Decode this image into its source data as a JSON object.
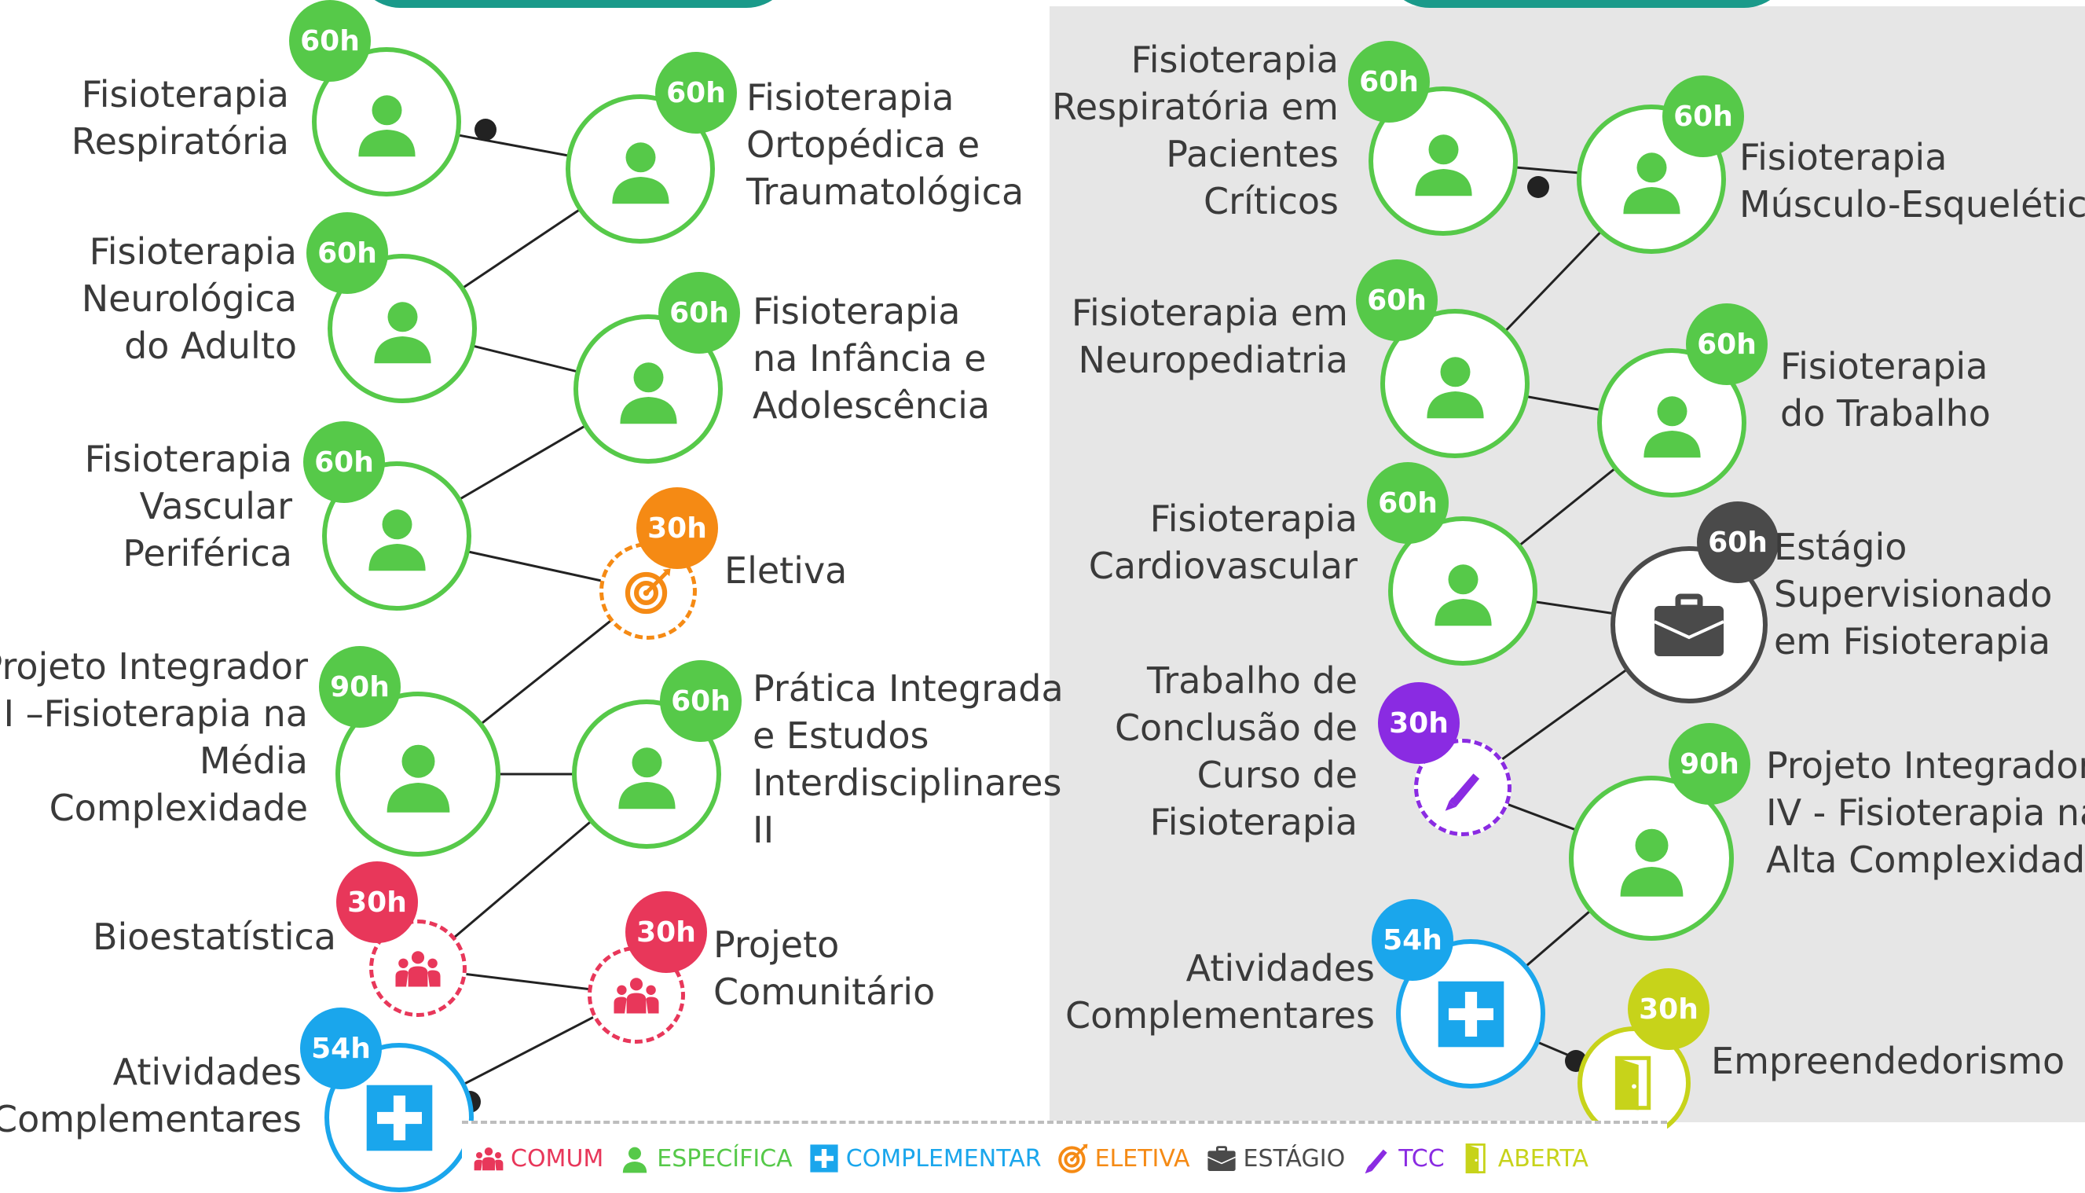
{
  "colors": {
    "comum": "#e8375a",
    "especifica": "#56c949",
    "complementar": "#1aa6ec",
    "eletiva": "#f58a14",
    "estagio": "#4a4a4a",
    "tcc": "#8a2be2",
    "aberta": "#c7d31a",
    "panel": "#e6e6e6",
    "line": "#222222"
  },
  "left_column": {
    "nodes": [
      {
        "id": "fisio-resp",
        "label": [
          "Fisioterapia",
          "Respiratória"
        ],
        "hours": "60h",
        "type": "especifica",
        "icon": "person-icon"
      },
      {
        "id": "fisio-orto",
        "label": [
          "Fisioterapia",
          "Ortopédica e",
          "Traumatológica"
        ],
        "hours": "60h",
        "type": "especifica",
        "icon": "person-icon"
      },
      {
        "id": "fisio-neuro",
        "label": [
          "Fisioterapia",
          "Neurológica",
          "do Adulto"
        ],
        "hours": "60h",
        "type": "especifica",
        "icon": "person-icon"
      },
      {
        "id": "fisio-inf",
        "label": [
          "Fisioterapia",
          "na Infância e",
          "Adolescência"
        ],
        "hours": "60h",
        "type": "especifica",
        "icon": "person-icon"
      },
      {
        "id": "fisio-vasc",
        "label": [
          "Fisioterapia",
          "Vascular",
          "Periférica"
        ],
        "hours": "60h",
        "type": "especifica",
        "icon": "person-icon"
      },
      {
        "id": "eletiva",
        "label": [
          "Eletiva"
        ],
        "hours": "30h",
        "type": "eletiva",
        "icon": "target-icon"
      },
      {
        "id": "proj-int-3",
        "label": [
          "Projeto Integrador",
          "III –Fisioterapia na",
          "Média",
          "Complexidade"
        ],
        "hours": "90h",
        "type": "especifica",
        "icon": "person-icon"
      },
      {
        "id": "pratica-int",
        "label": [
          "Prática Integrada",
          "e Estudos",
          "Interdisciplinares",
          "II"
        ],
        "hours": "60h",
        "type": "especifica",
        "icon": "person-icon"
      },
      {
        "id": "bioest",
        "label": [
          "Bioestatística"
        ],
        "hours": "30h",
        "type": "comum",
        "icon": "group-icon"
      },
      {
        "id": "proj-com",
        "label": [
          "Projeto",
          "Comunitário"
        ],
        "hours": "30h",
        "type": "comum",
        "icon": "group-icon"
      },
      {
        "id": "ativ-comp-l",
        "label": [
          "Atividades",
          "Complementares"
        ],
        "hours": "54h",
        "type": "complementar",
        "icon": "plus-icon"
      }
    ]
  },
  "right_column": {
    "nodes": [
      {
        "id": "fisio-resp-crit",
        "label": [
          "Fisioterapia",
          "Respiratória em",
          "Pacientes",
          "Críticos"
        ],
        "hours": "60h",
        "type": "especifica",
        "icon": "person-icon"
      },
      {
        "id": "fisio-musc",
        "label": [
          "Fisioterapia",
          "Músculo-Esquelética"
        ],
        "hours": "60h",
        "type": "especifica",
        "icon": "person-icon"
      },
      {
        "id": "fisio-neuroped",
        "label": [
          "Fisioterapia em",
          "Neuropediatria"
        ],
        "hours": "60h",
        "type": "especifica",
        "icon": "person-icon"
      },
      {
        "id": "fisio-trab",
        "label": [
          "Fisioterapia",
          "do Trabalho"
        ],
        "hours": "60h",
        "type": "especifica",
        "icon": "person-icon"
      },
      {
        "id": "fisio-cardio",
        "label": [
          "Fisioterapia",
          "Cardiovascular"
        ],
        "hours": "60h",
        "type": "especifica",
        "icon": "person-icon"
      },
      {
        "id": "estagio",
        "label": [
          "Estágio",
          "Supervisionado",
          "em Fisioterapia"
        ],
        "hours": "60h",
        "type": "estagio",
        "icon": "briefcase-icon"
      },
      {
        "id": "tcc",
        "label": [
          "Trabalho de",
          "Conclusão de",
          "Curso de",
          "Fisioterapia"
        ],
        "hours": "30h",
        "type": "tcc",
        "icon": "pencil-icon"
      },
      {
        "id": "proj-int-4",
        "label": [
          "Projeto Integrador",
          "IV - Fisioterapia na",
          "Alta Complexidade"
        ],
        "hours": "90h",
        "type": "especifica",
        "icon": "person-icon"
      },
      {
        "id": "ativ-comp-r",
        "label": [
          "Atividades",
          "Complementares"
        ],
        "hours": "54h",
        "type": "complementar",
        "icon": "plus-icon"
      },
      {
        "id": "empreend",
        "label": [
          "Empreendedorismo"
        ],
        "hours": "30h",
        "type": "aberta",
        "icon": "door-icon"
      }
    ]
  },
  "legend": [
    {
      "label": "COMUM",
      "type": "comum",
      "icon": "group-icon"
    },
    {
      "label": "ESPECÍFICA",
      "type": "especifica",
      "icon": "person-icon"
    },
    {
      "label": "COMPLEMENTAR",
      "type": "complementar",
      "icon": "plus-icon"
    },
    {
      "label": "ELETIVA",
      "type": "eletiva",
      "icon": "target-icon"
    },
    {
      "label": "ESTÁGIO",
      "type": "estagio",
      "icon": "briefcase-icon"
    },
    {
      "label": "TCC",
      "type": "tcc",
      "icon": "pencil-icon"
    },
    {
      "label": "ABERTA",
      "type": "aberta",
      "icon": "door-icon"
    }
  ]
}
